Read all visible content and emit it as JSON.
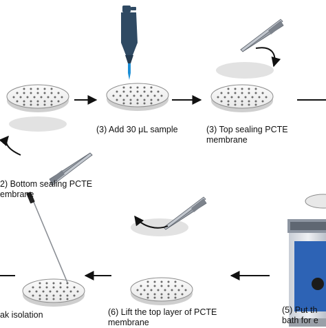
{
  "steps": {
    "step2": {
      "line1": "2) Bottom sealing PCTE",
      "line2": "embrane"
    },
    "step3a": {
      "line1": "(3) Add 30 μL sample"
    },
    "step3b": {
      "line1": "(3) Top sealing PCTE",
      "line2": "membrane"
    },
    "step5": {
      "line1": "(5) Put th",
      "line2": "bath for e"
    },
    "step6": {
      "line1": "(6) Lift the top layer of PCTE",
      "line2": "membrane"
    },
    "step7": {
      "line1": "ak isolation"
    }
  },
  "icons": {
    "disc": "perforated-disc-icon",
    "tweezers": "tweezers-icon",
    "pipette": "pipette-icon",
    "bath": "ultrasonic-bath-icon",
    "needle": "needle-icon"
  },
  "colors": {
    "disc_fill": "#f3f3f3",
    "disc_edge": "#8c8c8c",
    "hole": "#6a6a6a",
    "membrane": "#e2e2e2",
    "pipette_body": "#2f4a63",
    "pipette_tip": "#1d8fd6",
    "bath_blue": "#2d63b5",
    "arrow": "#111111"
  }
}
